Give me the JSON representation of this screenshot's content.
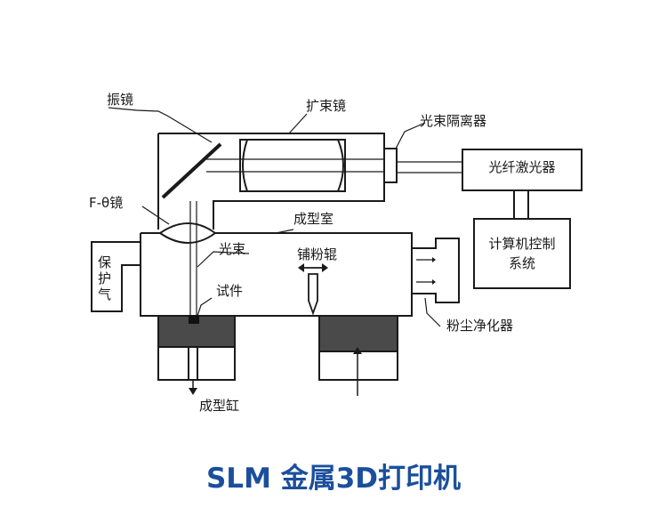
{
  "labels": {
    "galvo_mirror": "振镜",
    "beam_expander": "扩束镜",
    "beam_isolator": "光束隔离器",
    "fiber_laser": "光纤激光器",
    "f_theta_lens": "F-θ镜",
    "build_chamber": "成型室",
    "control_system_line1": "计算机控制",
    "control_system_line2": "系统",
    "laser_beam": "光束",
    "powder_roller": "铺粉辊",
    "shielding_gas": "保护气",
    "workpiece": "试件",
    "dust_purifier": "粉尘净化器",
    "build_cylinder": "成型缸"
  },
  "title": "SLM 金属3D打印机",
  "colors": {
    "title": "#1b4f9c",
    "line": "#1a1a1a",
    "powder": "#4a4a4a"
  }
}
